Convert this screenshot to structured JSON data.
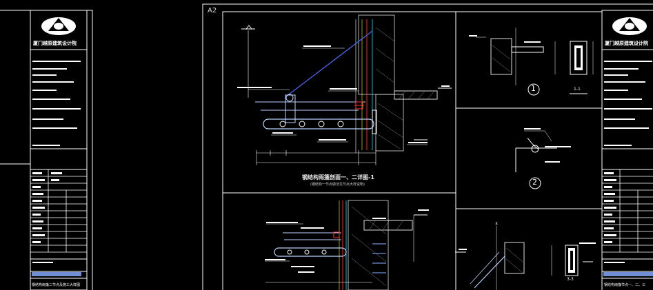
{
  "sheet": {
    "size_tag": "A2"
  },
  "title_block_left": {
    "firm_name": "厦门越原建筑设计院",
    "bottom_label": "钢结构雨篷二节点及施工大样图"
  },
  "title_block_right": {
    "firm_name": "厦门越原建筑设计院",
    "bottom_label": "钢结构雨篷节点一、二、三"
  },
  "detail_a": {
    "title": "钢结构雨篷剖面一、二详图-1",
    "subtitle": "(钢结构一节点做法见节点大样说明)"
  },
  "detail_1": {
    "label": "1",
    "section": "1-1"
  },
  "detail_2": {
    "label": "2"
  },
  "detail_3": {
    "label": "3",
    "section": "3-3"
  },
  "colors": {
    "background": "#000000",
    "frame": "#ffffff",
    "leader": "#4a6cff",
    "section_line": "#ff2222",
    "beam": "#b8d2ff",
    "cyan": "#00e5ff",
    "yellow": "#ffff00",
    "highlight_bar": "#6f8fd8"
  }
}
